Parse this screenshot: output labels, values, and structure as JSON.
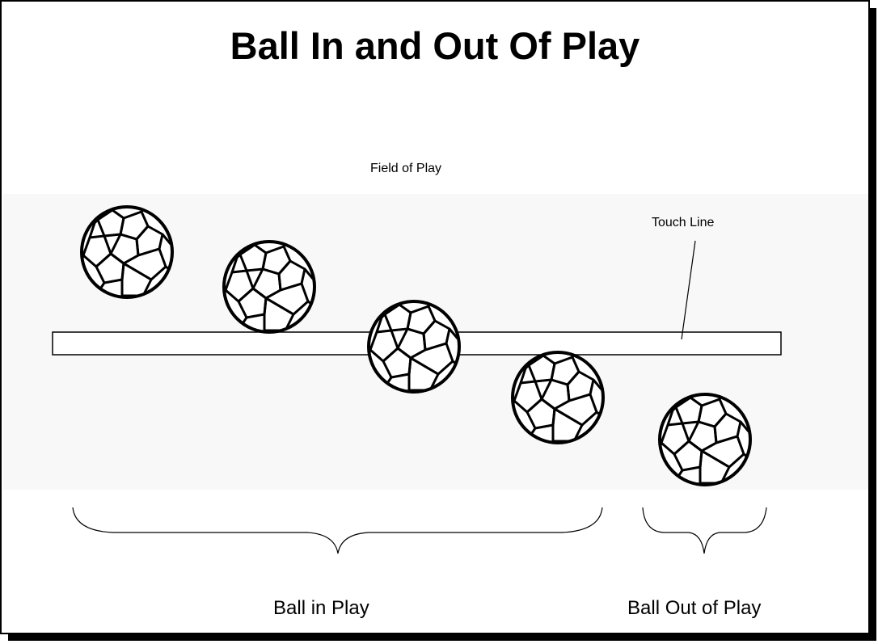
{
  "slide": {
    "title": "Ball In and Out Of Play"
  },
  "labels": {
    "field_of_play": "Field of Play",
    "touch_line": "Touch Line",
    "ball_in_play": "Ball in Play",
    "ball_out_of_play": "Ball Out of Play"
  },
  "colors": {
    "field_shade": "#f8f8f8",
    "ink": "#000000",
    "background": "#ffffff"
  },
  "icons": {
    "ball": "soccer-ball-icon"
  }
}
